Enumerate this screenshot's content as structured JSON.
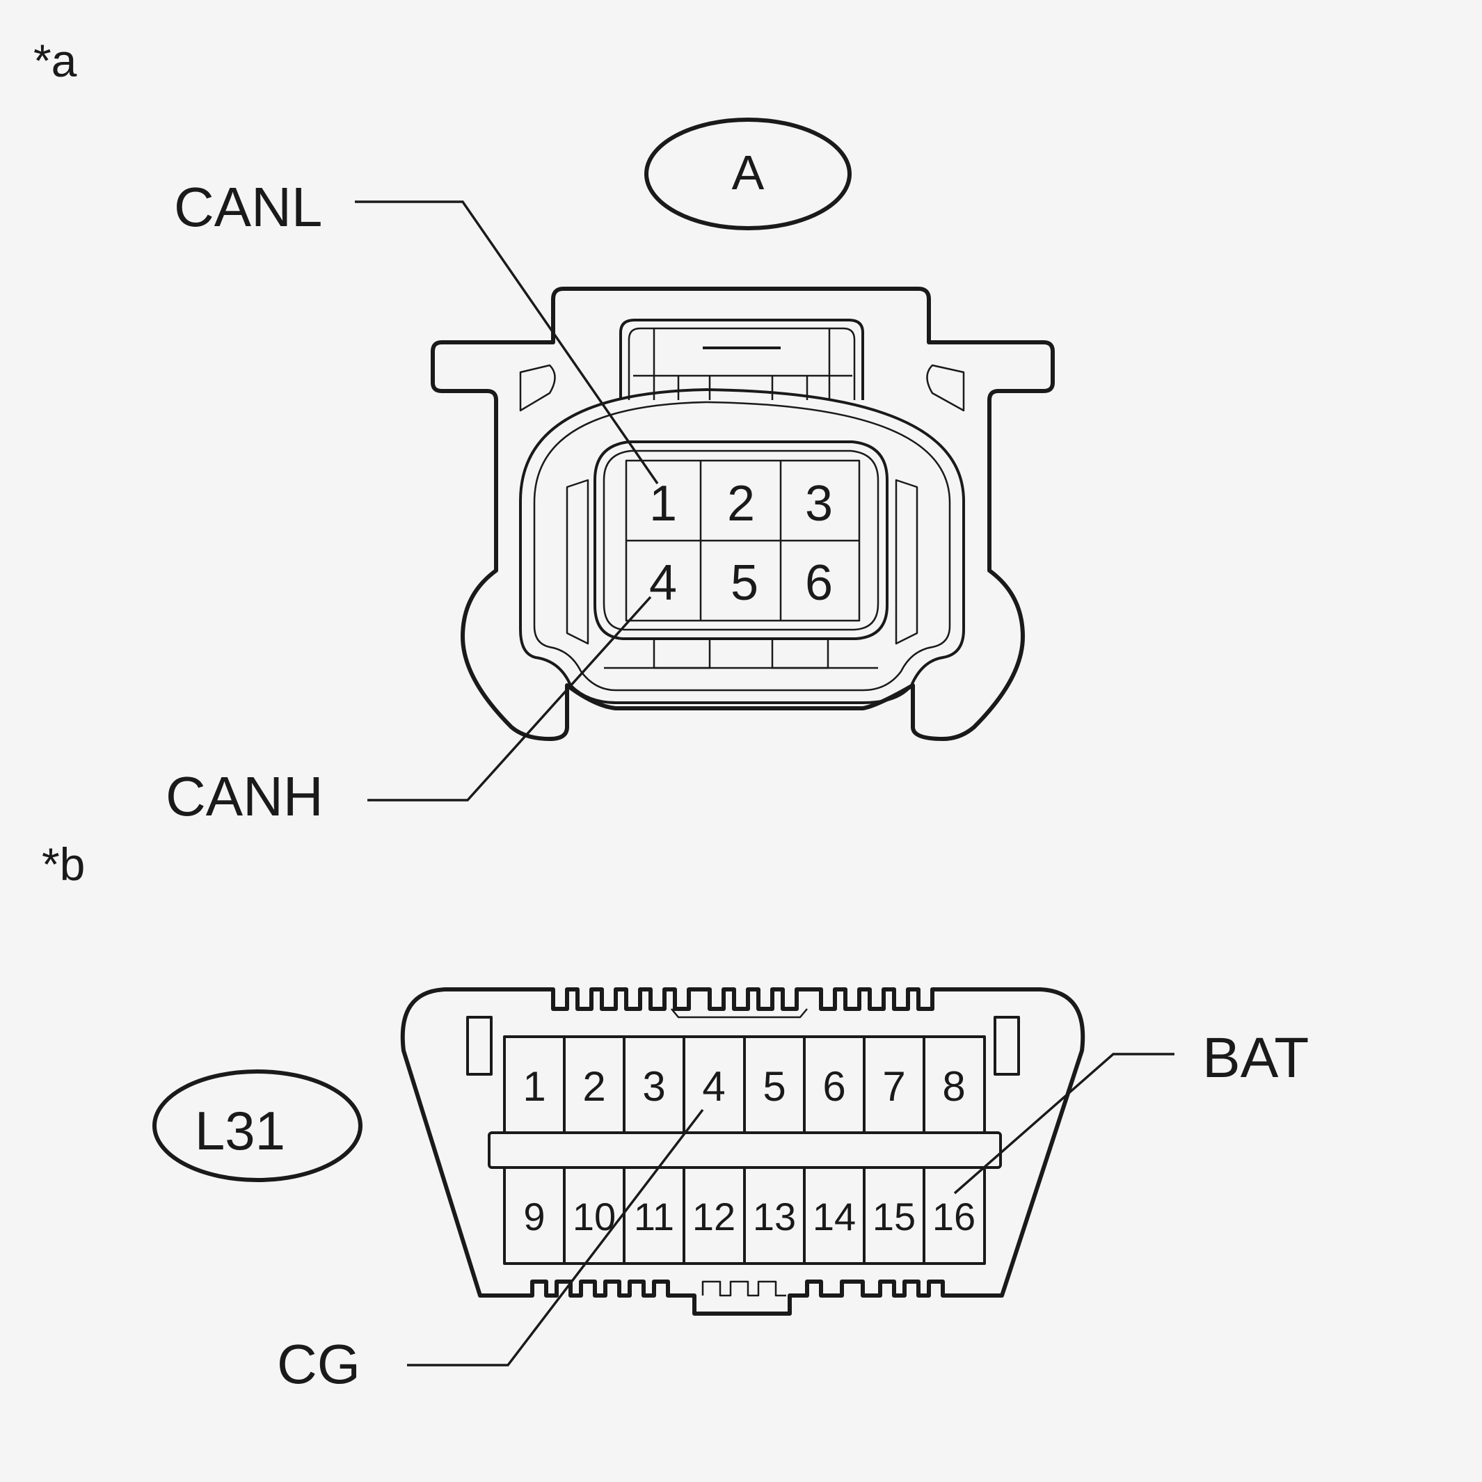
{
  "figure_a": {
    "marker": "*a",
    "connector_code": "A",
    "label_canl": "CANL",
    "label_canh": "CANH",
    "pins": [
      "1",
      "2",
      "3",
      "4",
      "5",
      "6"
    ]
  },
  "figure_b": {
    "marker": "*b",
    "connector_code": "L31",
    "label_bat": "BAT",
    "label_cg": "CG",
    "pins_top": [
      "1",
      "2",
      "3",
      "4",
      "5",
      "6",
      "7",
      "8"
    ],
    "pins_bottom": [
      "9",
      "10",
      "11",
      "12",
      "13",
      "14",
      "15",
      "16"
    ]
  }
}
